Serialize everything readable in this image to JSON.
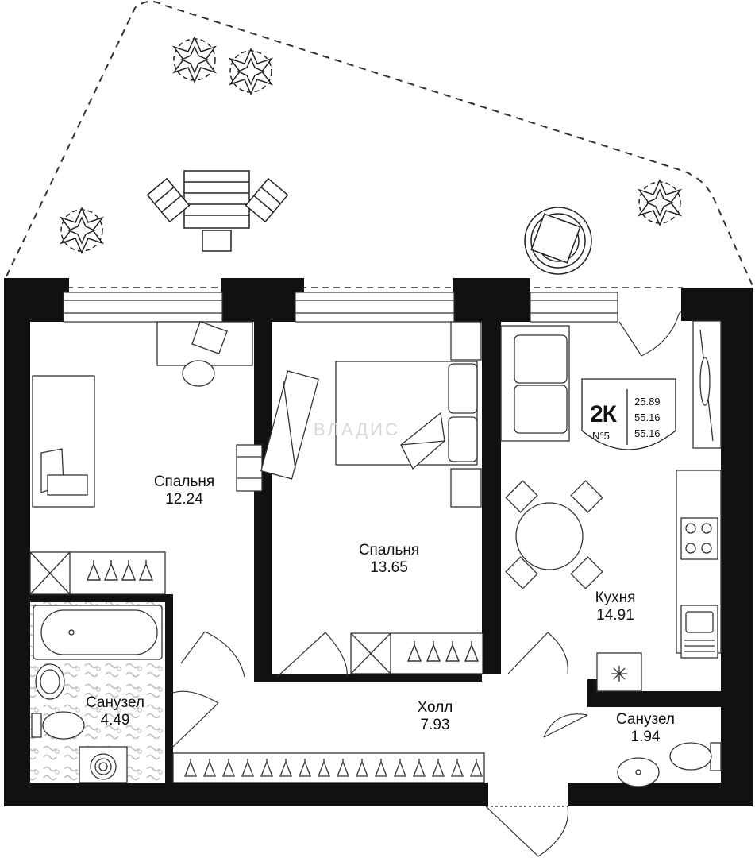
{
  "apartment": {
    "code": "2К",
    "number": "N°5",
    "areas": [
      "25.89",
      "55.16",
      "55.16"
    ]
  },
  "rooms": [
    {
      "id": "bedroom1",
      "name": "Спальня",
      "area": "12.24"
    },
    {
      "id": "bedroom2",
      "name": "Спальня",
      "area": "13.65"
    },
    {
      "id": "kitchen",
      "name": "Кухня",
      "area": "14.91"
    },
    {
      "id": "hall",
      "name": "Холл",
      "area": "7.93"
    },
    {
      "id": "bath1",
      "name": "Санузел",
      "area": "4.49"
    },
    {
      "id": "bath2",
      "name": "Санузел",
      "area": "1.94"
    }
  ],
  "watermark": "ВЛАДИС",
  "colors": {
    "wall": "#111111",
    "line": "#333333",
    "background": "#ffffff"
  }
}
